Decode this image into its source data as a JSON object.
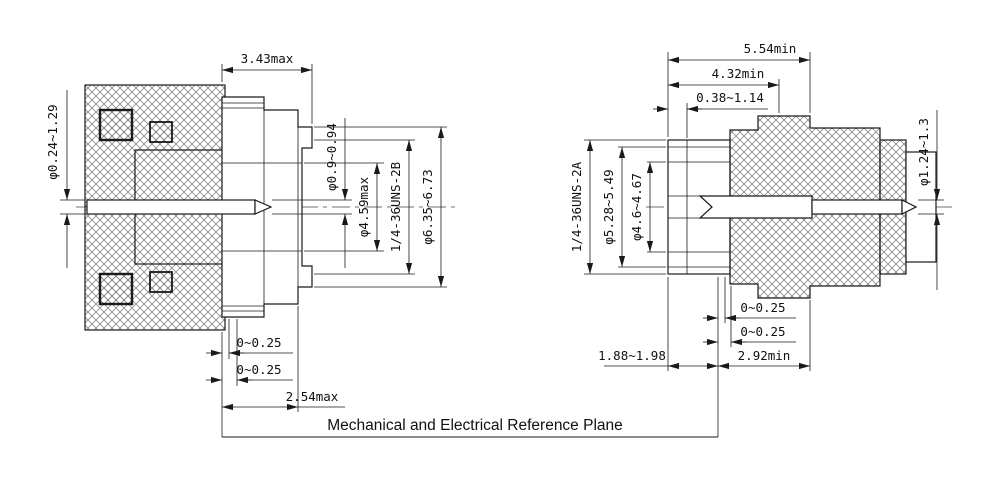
{
  "drawing": {
    "title": "Mechanical and Electrical Reference Plane"
  },
  "left_view": {
    "dims": {
      "overall_length": "3.43max",
      "pin_rear_dia": "φ0.24~1.29",
      "pin_tip_dia": "φ0.9~0.94",
      "bore_dia": "φ4.59max",
      "thread": "1/4-36UNS-2B",
      "interface_dia": "φ6.35~6.73",
      "gap_a": "0~0.25",
      "gap_b": "0~0.25",
      "depth": "2.54max"
    }
  },
  "right_view": {
    "dims": {
      "overall_length": "5.54min",
      "body_length": "4.32min",
      "front_step": "0.38~1.14",
      "thread": "1/4-36UNS-2A",
      "thread_dia": "φ5.28~5.49",
      "bore_dia": "φ4.6~4.67",
      "pin_dia": "φ1.24~1.3",
      "gap_a": "0~0.25",
      "gap_b": "0~0.25",
      "socket_depth": "1.88~1.98",
      "rear_length": "2.92min"
    }
  }
}
